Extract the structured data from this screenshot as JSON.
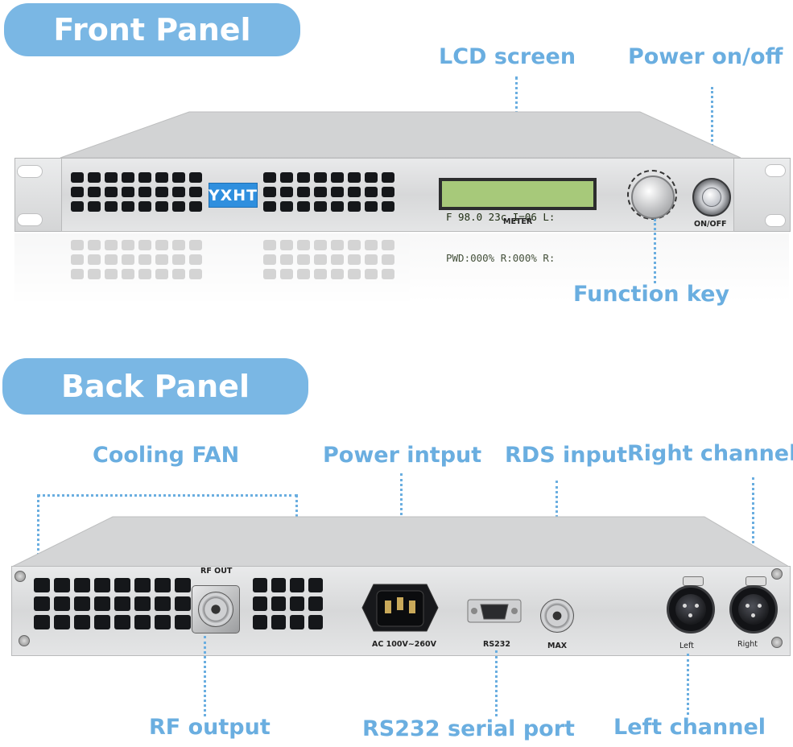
{
  "front": {
    "title": "Front Panel",
    "logo": "YXHT",
    "lcd_line1": "F 98.0 23c I=06 L:",
    "lcd_line2": "PWD:000% R:000% R:",
    "meter_label": "METER",
    "onoff_label": "ON/OFF",
    "callouts": {
      "lcd": "LCD screen",
      "power": "Power on/off",
      "function": "Function key"
    }
  },
  "back": {
    "title": "Back Panel",
    "rf_out_label": "RF OUT",
    "ac_label": "AC   100V~260V",
    "rs232_label": "RS232",
    "max_label": "MAX",
    "left_label": "Left",
    "right_label": "Right",
    "callouts": {
      "fan": "Cooling FAN",
      "power_input": "Power intput",
      "rds": "RDS input",
      "right": "Right channel",
      "rf_output": "RF output",
      "rs232": "RS232 serial port",
      "left": "Left channel"
    }
  },
  "colors": {
    "accent": "#7ab7e4",
    "callout": "#6aaee0",
    "lcd": "#a7c97a",
    "logo": "#2f8fde"
  },
  "icons": [
    "power-button-icon",
    "rotary-knob-icon",
    "bnc-connector-icon",
    "xlr-connector-icon",
    "iec-power-socket-icon",
    "db9-port-icon"
  ]
}
